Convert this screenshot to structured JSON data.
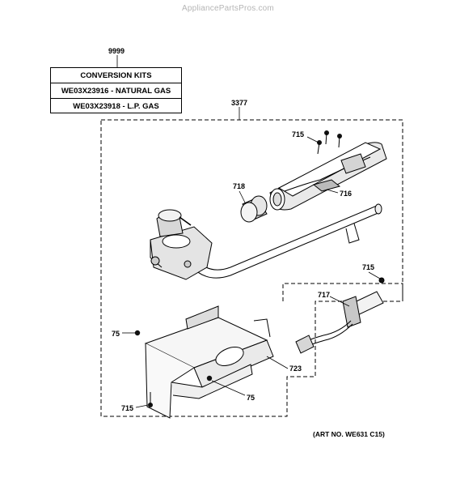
{
  "watermark": "AppliancePartsPros.com",
  "conversion_kits": {
    "part_number": "9999",
    "header": "CONVERSION KITS",
    "items": [
      "WE03X23916 - NATURAL GAS",
      "WE03X23918 - L.P. GAS"
    ]
  },
  "callouts": {
    "assembly": "3377",
    "screw_top": "715",
    "burner_cover": "718",
    "burner_tube": "716",
    "screw_right": "715",
    "igniter": "717",
    "screw_left": "75",
    "bracket": "723",
    "screw_bottom_left": "715",
    "screw_bottom": "75"
  },
  "art_number": "(ART NO. WE631 C15)"
}
